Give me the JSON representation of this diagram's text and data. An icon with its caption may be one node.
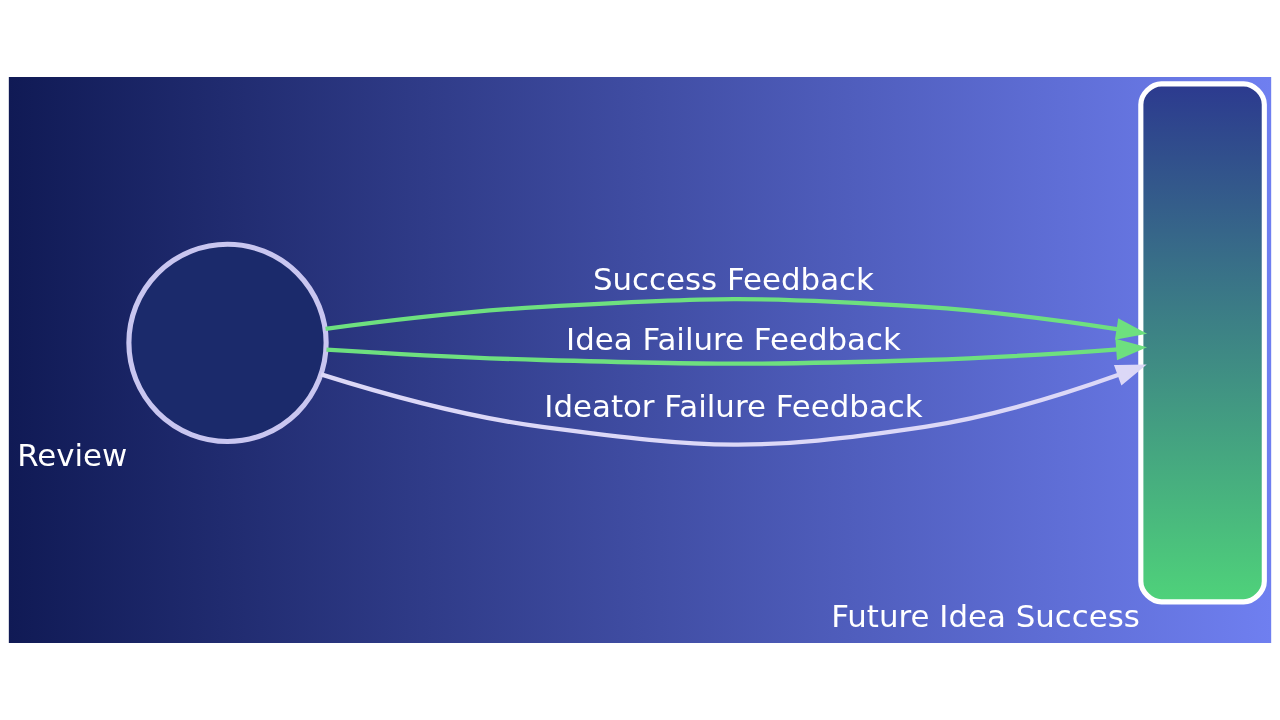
{
  "diagram": {
    "nodes": [
      {
        "text": [
          "Review"
        ]
      },
      {
        "text": [
          "Future Idea Success"
        ]
      }
    ],
    "edges": [
      {
        "from": 0,
        "to": 1,
        "arrow": "to",
        "label": "Success Feedback"
      },
      {
        "from": 0,
        "to": 1,
        "arrow": "to",
        "label": "Idea Failure Feedback"
      },
      {
        "from": 0,
        "to": 1,
        "arrow": "to",
        "label": "Ideator Failure Feedback",
        "color": "#dcd8f7"
      }
    ]
  }
}
